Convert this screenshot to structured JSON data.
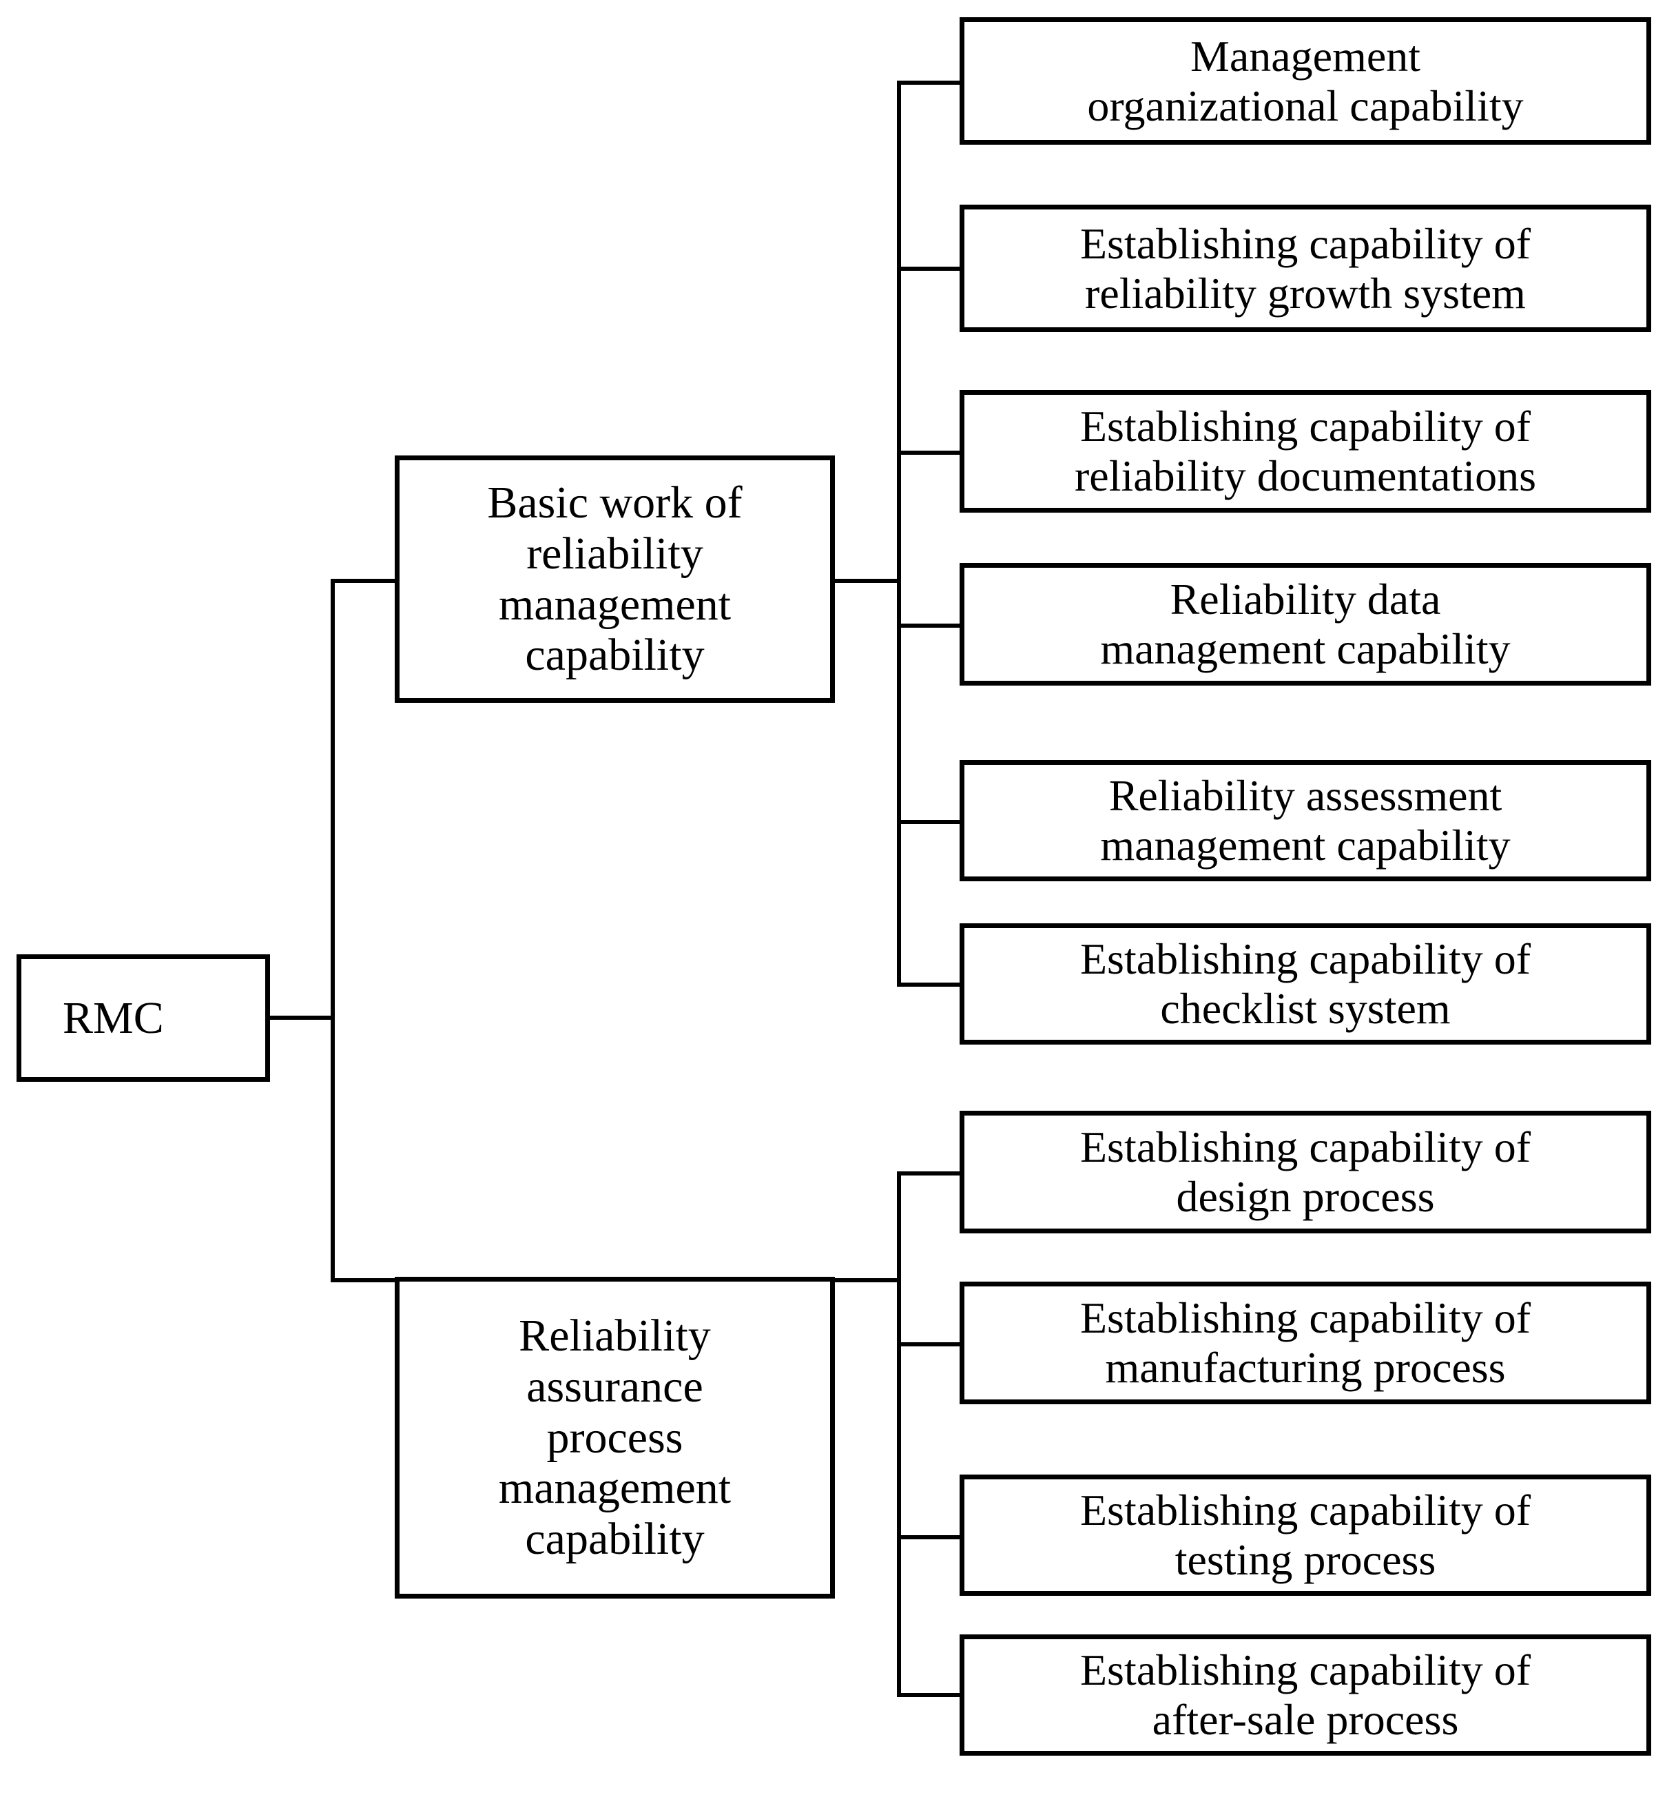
{
  "diagram": {
    "type": "tree",
    "orientation": "left-to-right",
    "root": {
      "id": "rmc",
      "label": "RMC"
    },
    "level2": [
      {
        "id": "basic-work",
        "label": "Basic work of\nreliability\nmanagement\ncapability"
      },
      {
        "id": "assurance-process",
        "label": "Reliability\nassurance\nprocess\nmanagement\ncapability"
      }
    ],
    "level3": {
      "basic-work": [
        {
          "id": "mgmt-org",
          "label": "Management\norganizational capability"
        },
        {
          "id": "growth-system",
          "label": "Establishing capability of\nreliability growth system"
        },
        {
          "id": "documentations",
          "label": "Establishing capability of\nreliability documentations"
        },
        {
          "id": "data-mgmt",
          "label": "Reliability data\nmanagement capability"
        },
        {
          "id": "assessment-mgmt",
          "label": "Reliability assessment\nmanagement capability"
        },
        {
          "id": "checklist-system",
          "label": "Establishing capability of\nchecklist system"
        }
      ],
      "assurance-process": [
        {
          "id": "design-process",
          "label": "Establishing capability of\ndesign  process"
        },
        {
          "id": "manufacturing-process",
          "label": "Establishing capability of\nmanufacturing  process"
        },
        {
          "id": "testing-process",
          "label": "Establishing capability of\ntesting process"
        },
        {
          "id": "after-sale-process",
          "label": "Establishing capability of\nafter-sale process"
        }
      ]
    },
    "colors": {
      "line": "#000000",
      "box_fill": "#ffffff",
      "text": "#000000"
    }
  }
}
